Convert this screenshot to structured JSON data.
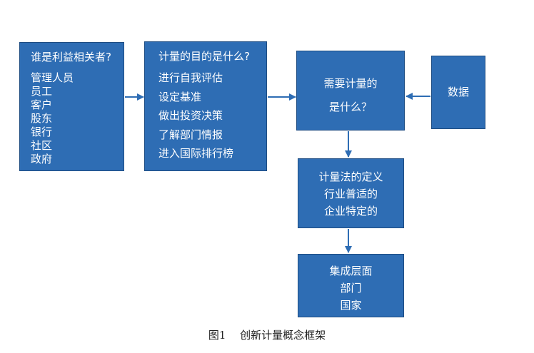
{
  "diagram": {
    "stakeholders": {
      "title": "谁是利益相关者?",
      "items": [
        "管理人员",
        "员工",
        "客户",
        "股东",
        "银行",
        "社区",
        "政府"
      ]
    },
    "purpose": {
      "title": "计量的目的是什么?",
      "items": [
        "进行自我评估",
        "设定基准",
        "做出投资决策",
        "了解部门情报",
        "进入国际排行榜"
      ]
    },
    "need": {
      "lines": [
        "需要计量的",
        "是什么？"
      ]
    },
    "data": {
      "label": "数据"
    },
    "definition": {
      "lines": [
        "计量法的定义",
        "行业普适的",
        "企业特定的"
      ]
    },
    "levels": {
      "lines": [
        "集成层面",
        "部门",
        "国家"
      ]
    }
  },
  "caption": "图1　 创新计量概念框架",
  "colors": {
    "box_fill": "#2e6db4",
    "box_border": "#1d4c82",
    "arrow": "#2e6db4"
  }
}
